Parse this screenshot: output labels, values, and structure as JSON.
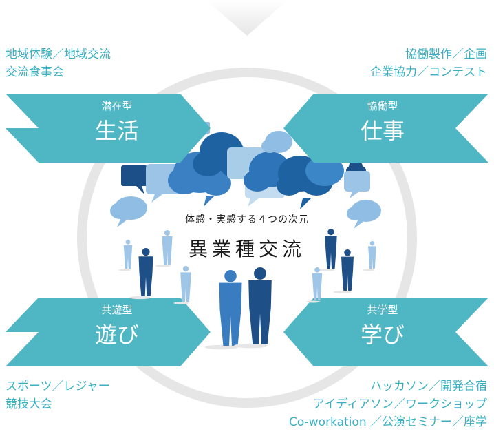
{
  "center": {
    "subtitle": "体感・実感する４つの次元",
    "title": "異業種交流"
  },
  "quadrants": {
    "top_left": {
      "type_label": "潜在型",
      "name": "生活",
      "examples": [
        "地域体験／地域交流",
        "交流食事会"
      ]
    },
    "top_right": {
      "type_label": "協働型",
      "name": "仕事",
      "examples": [
        "協働製作／企画",
        "企業協力／コンテスト"
      ]
    },
    "bottom_left": {
      "type_label": "共遊型",
      "name": "遊び",
      "examples": [
        "スポーツ／レジャー",
        "競技大会"
      ]
    },
    "bottom_right": {
      "type_label": "共学型",
      "name": "学び",
      "examples": [
        "ハッカソン／開発合宿",
        "アイディアソン／ワークショップ",
        "Co-workation ／公演セミナー／座学"
      ]
    }
  },
  "colors": {
    "banner": "#4fb6c4",
    "annotation_text": "#3ab0c0",
    "ring": "#e4e4e4",
    "top_arrow": "#eaeaea",
    "cloud_dark": "#1f5f9a",
    "cloud_mid": "#3d86c6",
    "cloud_light": "#8fbde3",
    "figure_dark": "#1e4f86",
    "figure_mid": "#3a7cc0",
    "figure_light": "#9fc6e6"
  },
  "icons": [
    "speech-bubble-icon",
    "person-silhouette-icon",
    "down-arrow-icon"
  ]
}
